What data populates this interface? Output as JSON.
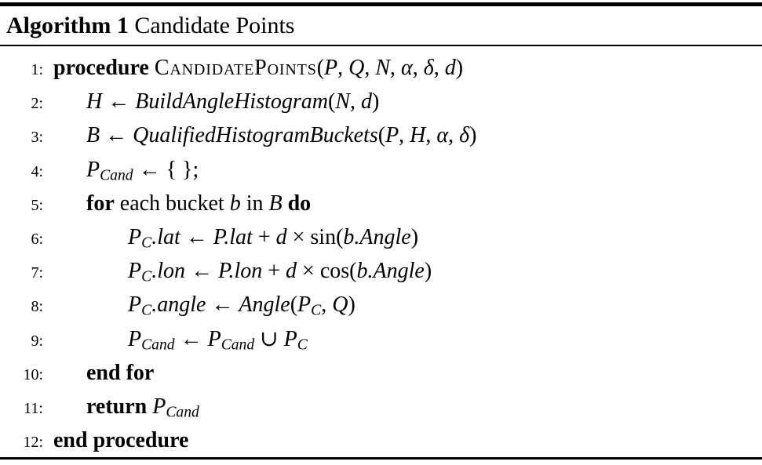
{
  "header": {
    "label": "Algorithm 1",
    "title": "Candidate Points"
  },
  "colors": {
    "text": "#000000",
    "background": "#ffffff",
    "rule": "#000000"
  },
  "algorithm": {
    "lines": [
      {
        "num": "1:",
        "indent": 0,
        "segments": [
          {
            "t": "procedure ",
            "s": "kw"
          },
          {
            "t": "CandidatePoints",
            "s": "sc"
          },
          {
            "t": "(",
            "s": "rm"
          },
          {
            "t": "P",
            "s": "it"
          },
          {
            "t": ", ",
            "s": "rm"
          },
          {
            "t": "Q",
            "s": "it"
          },
          {
            "t": ", ",
            "s": "rm"
          },
          {
            "t": "N",
            "s": "it"
          },
          {
            "t": ", ",
            "s": "rm"
          },
          {
            "t": "α",
            "s": "it"
          },
          {
            "t": ", ",
            "s": "rm"
          },
          {
            "t": "δ",
            "s": "it"
          },
          {
            "t": ", ",
            "s": "rm"
          },
          {
            "t": "d",
            "s": "it"
          },
          {
            "t": ")",
            "s": "rm"
          }
        ]
      },
      {
        "num": "2:",
        "indent": 1,
        "segments": [
          {
            "t": "H",
            "s": "it"
          },
          {
            "t": " ← ",
            "s": "rm"
          },
          {
            "t": "BuildAngleHistogram",
            "s": "it"
          },
          {
            "t": "(",
            "s": "rm"
          },
          {
            "t": "N",
            "s": "it"
          },
          {
            "t": ", ",
            "s": "rm"
          },
          {
            "t": "d",
            "s": "it"
          },
          {
            "t": ")",
            "s": "rm"
          }
        ]
      },
      {
        "num": "3:",
        "indent": 1,
        "segments": [
          {
            "t": "B",
            "s": "it"
          },
          {
            "t": " ← ",
            "s": "rm"
          },
          {
            "t": "QualifiedHistogramBuckets",
            "s": "it"
          },
          {
            "t": "(",
            "s": "rm"
          },
          {
            "t": "P",
            "s": "it"
          },
          {
            "t": ", ",
            "s": "rm"
          },
          {
            "t": "H",
            "s": "it"
          },
          {
            "t": ", ",
            "s": "rm"
          },
          {
            "t": "α",
            "s": "it"
          },
          {
            "t": ", ",
            "s": "rm"
          },
          {
            "t": "δ",
            "s": "it"
          },
          {
            "t": ")",
            "s": "rm"
          }
        ]
      },
      {
        "num": "4:",
        "indent": 1,
        "segments": [
          {
            "t": "P",
            "s": "it"
          },
          {
            "t": "Cand",
            "s": "sub"
          },
          {
            "t": " ← { };",
            "s": "rm"
          }
        ]
      },
      {
        "num": "5:",
        "indent": 1,
        "segments": [
          {
            "t": "for",
            "s": "kw"
          },
          {
            "t": " each bucket ",
            "s": "rm"
          },
          {
            "t": "b",
            "s": "it"
          },
          {
            "t": " in ",
            "s": "rm"
          },
          {
            "t": "B",
            "s": "it"
          },
          {
            "t": " ",
            "s": "rm"
          },
          {
            "t": "do",
            "s": "kw"
          }
        ]
      },
      {
        "num": "6:",
        "indent": 2,
        "segments": [
          {
            "t": "P",
            "s": "it"
          },
          {
            "t": "C",
            "s": "sub"
          },
          {
            "t": ".lat",
            "s": "it"
          },
          {
            "t": " ← ",
            "s": "rm"
          },
          {
            "t": "P.lat",
            "s": "it"
          },
          {
            "t": " + ",
            "s": "rm"
          },
          {
            "t": "d",
            "s": "it"
          },
          {
            "t": " × sin(",
            "s": "rm"
          },
          {
            "t": "b.Angle",
            "s": "it"
          },
          {
            "t": ")",
            "s": "rm"
          }
        ]
      },
      {
        "num": "7:",
        "indent": 2,
        "segments": [
          {
            "t": "P",
            "s": "it"
          },
          {
            "t": "C",
            "s": "sub"
          },
          {
            "t": ".lon",
            "s": "it"
          },
          {
            "t": " ← ",
            "s": "rm"
          },
          {
            "t": "P.lon",
            "s": "it"
          },
          {
            "t": " + ",
            "s": "rm"
          },
          {
            "t": "d",
            "s": "it"
          },
          {
            "t": " × cos(",
            "s": "rm"
          },
          {
            "t": "b.Angle",
            "s": "it"
          },
          {
            "t": ")",
            "s": "rm"
          }
        ]
      },
      {
        "num": "8:",
        "indent": 2,
        "segments": [
          {
            "t": "P",
            "s": "it"
          },
          {
            "t": "C",
            "s": "sub"
          },
          {
            "t": ".angle",
            "s": "it"
          },
          {
            "t": " ← ",
            "s": "rm"
          },
          {
            "t": "Angle",
            "s": "it"
          },
          {
            "t": "(",
            "s": "rm"
          },
          {
            "t": "P",
            "s": "it"
          },
          {
            "t": "C",
            "s": "sub"
          },
          {
            "t": ", ",
            "s": "rm"
          },
          {
            "t": "Q",
            "s": "it"
          },
          {
            "t": ")",
            "s": "rm"
          }
        ]
      },
      {
        "num": "9:",
        "indent": 2,
        "segments": [
          {
            "t": "P",
            "s": "it"
          },
          {
            "t": "Cand",
            "s": "sub"
          },
          {
            "t": " ← ",
            "s": "rm"
          },
          {
            "t": "P",
            "s": "it"
          },
          {
            "t": "Cand",
            "s": "sub"
          },
          {
            "t": " ∪ ",
            "s": "rm"
          },
          {
            "t": "P",
            "s": "it"
          },
          {
            "t": "C",
            "s": "sub"
          }
        ]
      },
      {
        "num": "10:",
        "indent": 1,
        "segments": [
          {
            "t": "end for",
            "s": "kw"
          }
        ]
      },
      {
        "num": "11:",
        "indent": 1,
        "segments": [
          {
            "t": "return ",
            "s": "kw"
          },
          {
            "t": "P",
            "s": "it"
          },
          {
            "t": "Cand",
            "s": "sub"
          }
        ]
      },
      {
        "num": "12:",
        "indent": 0,
        "segments": [
          {
            "t": "end procedure",
            "s": "kw"
          }
        ]
      }
    ]
  }
}
